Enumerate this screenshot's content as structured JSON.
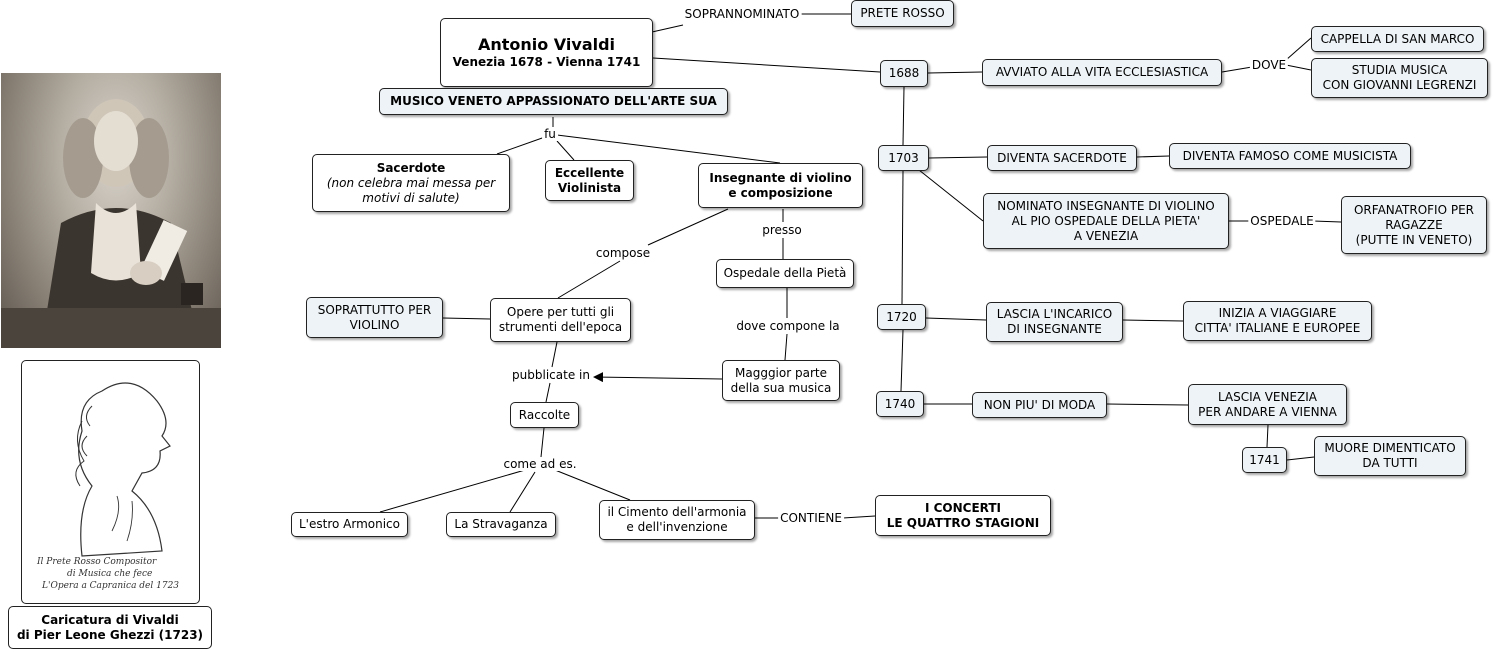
{
  "title": {
    "name": "Antonio Vivaldi",
    "dates": "Venezia 1678 - Vienna 1741"
  },
  "subtitle": "MUSICO VENETO APPASSIONATO DELL'ARTE SUA",
  "caricature": {
    "line1": "Caricatura di Vivaldi",
    "line2": "di Pier Leone Ghezzi (1723)",
    "signature": "Il Prete Rosso Compositor di Musica che fece L'Opera a Capranica del 1723"
  },
  "nodes": {
    "prete_rosso": "PRETE ROSSO",
    "sacerdote": "Sacerdote",
    "sacerdote_note1": "(non celebra mai messa per",
    "sacerdote_note2": "motivi di salute)",
    "violinista1": "Eccellente",
    "violinista2": "Violinista",
    "insegnante1": "Insegnante di violino",
    "insegnante2": "e composizione",
    "ospedale": "Ospedale della Pietà",
    "opere1": "Opere per tutti gli",
    "opere2": "strumenti dell'epoca",
    "soprattutto1": "SOPRATTUTTO PER",
    "soprattutto2": "VIOLINO",
    "maggior1": "Magggior parte",
    "maggior2": "della sua musica",
    "raccolte": "Raccolte",
    "estro": "L'estro Armonico",
    "stravaganza": "La Stravaganza",
    "cimento1": "il Cimento dell'armonia",
    "cimento2": "e dell'invenzione",
    "concerti1": "I CONCERTI",
    "concerti2": "LE QUATTRO STAGIONI",
    "y1688": "1688",
    "y1703": "1703",
    "y1720": "1720",
    "y1740": "1740",
    "y1741": "1741",
    "avviato": "AVVIATO ALLA VITA ECCLESIASTICA",
    "cappella": "CAPPELLA DI SAN MARCO",
    "studia1": "STUDIA MUSICA",
    "studia2": "CON GIOVANNI LEGRENZI",
    "diventa_sac": "DIVENTA SACERDOTE",
    "diventa_fam": "DIVENTA FAMOSO COME MUSICISTA",
    "nominato1": "NOMINATO INSEGNANTE DI VIOLINO",
    "nominato2": "AL PIO OSPEDALE DELLA PIETA'",
    "nominato3": "A VENEZIA",
    "orfana1": "ORFANATROFIO PER",
    "orfana2": "RAGAZZE",
    "orfana3": "(PUTTE IN VENETO)",
    "lascia_inc1": "LASCIA L'INCARICO",
    "lascia_inc2": "DI INSEGNANTE",
    "inizia1": "INIZIA A VIAGGIARE",
    "inizia2": "CITTA' ITALIANE E EUROPEE",
    "non_moda": "NON PIU' DI MODA",
    "lascia_ven1": "LASCIA VENEZIA",
    "lascia_ven2": "PER ANDARE A VIENNA",
    "muore1": "MUORE DIMENTICATO",
    "muore2": "DA TUTTI"
  },
  "links": {
    "soprannominato": "SOPRANNOMINATO",
    "fu": "fu",
    "compose": "compose",
    "presso": "presso",
    "dove_compone": "dove compone la",
    "pubblicate": "pubblicate in",
    "come_ad_es": "come ad es.",
    "contiene": "CONTIENE",
    "dove": "DOVE",
    "ospedale": "OSPEDALE"
  },
  "colors": {
    "box_fill": "#eef3f7",
    "border": "#222222",
    "line": "#000000"
  },
  "icons": {
    "portrait": "portrait-image",
    "caricature": "caricature-drawing"
  }
}
